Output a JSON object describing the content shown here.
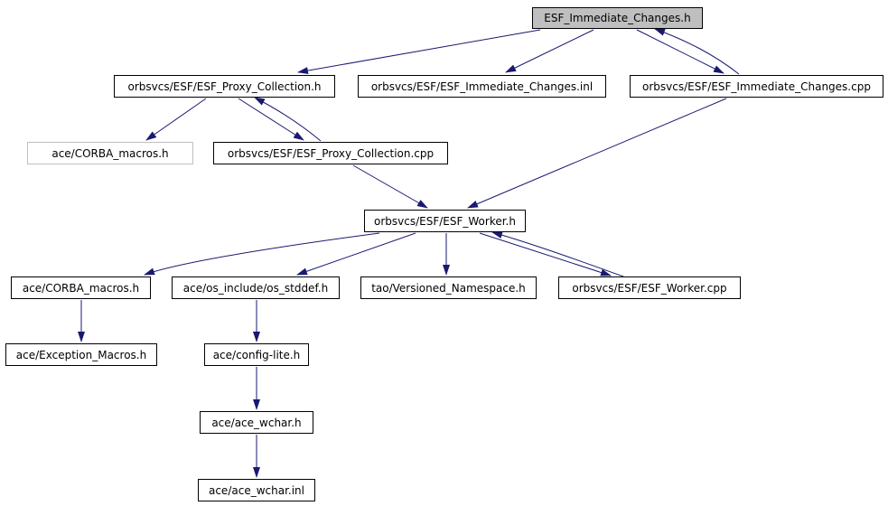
{
  "nodes": {
    "immediate_changes_h": "ESF_Immediate_Changes.h",
    "proxy_collection_h": "orbsvcs/ESF/ESF_Proxy_Collection.h",
    "immediate_changes_inl": "orbsvcs/ESF/ESF_Immediate_Changes.inl",
    "immediate_changes_cpp": "orbsvcs/ESF/ESF_Immediate_Changes.cpp",
    "corba_macros_top": "ace/CORBA_macros.h",
    "proxy_collection_cpp": "orbsvcs/ESF/ESF_Proxy_Collection.cpp",
    "worker_h": "orbsvcs/ESF/ESF_Worker.h",
    "corba_macros": "ace/CORBA_macros.h",
    "os_stddef": "ace/os_include/os_stddef.h",
    "versioned_namespace": "tao/Versioned_Namespace.h",
    "worker_cpp": "orbsvcs/ESF/ESF_Worker.cpp",
    "exception_macros": "ace/Exception_Macros.h",
    "config_lite": "ace/config-lite.h",
    "ace_wchar_h": "ace/ace_wchar.h",
    "ace_wchar_inl": "ace/ace_wchar.inl"
  },
  "colors": {
    "edge": "#191970",
    "current_fill": "#bfbfbf",
    "dimmed_border": "#bfbfbf"
  }
}
